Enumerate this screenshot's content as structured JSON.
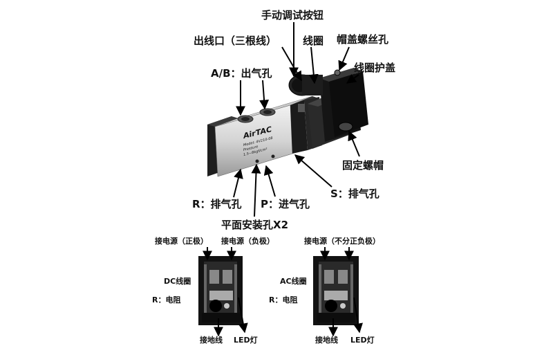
{
  "labels": {
    "manual_button": "手动调试按钮",
    "wire_outlet": "出线口（三根线）",
    "coil": "线圈",
    "cap_nut": "帽盖螺丝孔",
    "coil_cover": "线圈护盖",
    "outlet_ports": "A/B：出气孔",
    "fixing_nut": "固定螺帽",
    "exhaust_r": "R：排气孔",
    "inlet_p": "P：进气孔",
    "exhaust_s": "S：排气孔",
    "mount_holes": "平面安装孔X2"
  },
  "body_text": {
    "brand": "AirTAC",
    "model": "Model: 4V210-08",
    "pressure": "Pressure",
    "spec": "1.5~8kgf/cm²"
  },
  "dc_connector": {
    "power_pos": "接电源（正极）",
    "power_neg": "接电源（负极）",
    "coil_type": "DC线圈",
    "resistor": "R：电阻",
    "ground": "接地线",
    "led": "LED灯"
  },
  "ac_connector": {
    "power": "接电源（不分正负极）",
    "coil_type": "AC线圈",
    "resistor": "R：电阻",
    "ground": "接地线",
    "led": "LED灯"
  },
  "colors": {
    "text": "#111111",
    "valve_body": "#d9d9d9",
    "dark_part": "#1a1a1a",
    "arrow": "#000000"
  }
}
